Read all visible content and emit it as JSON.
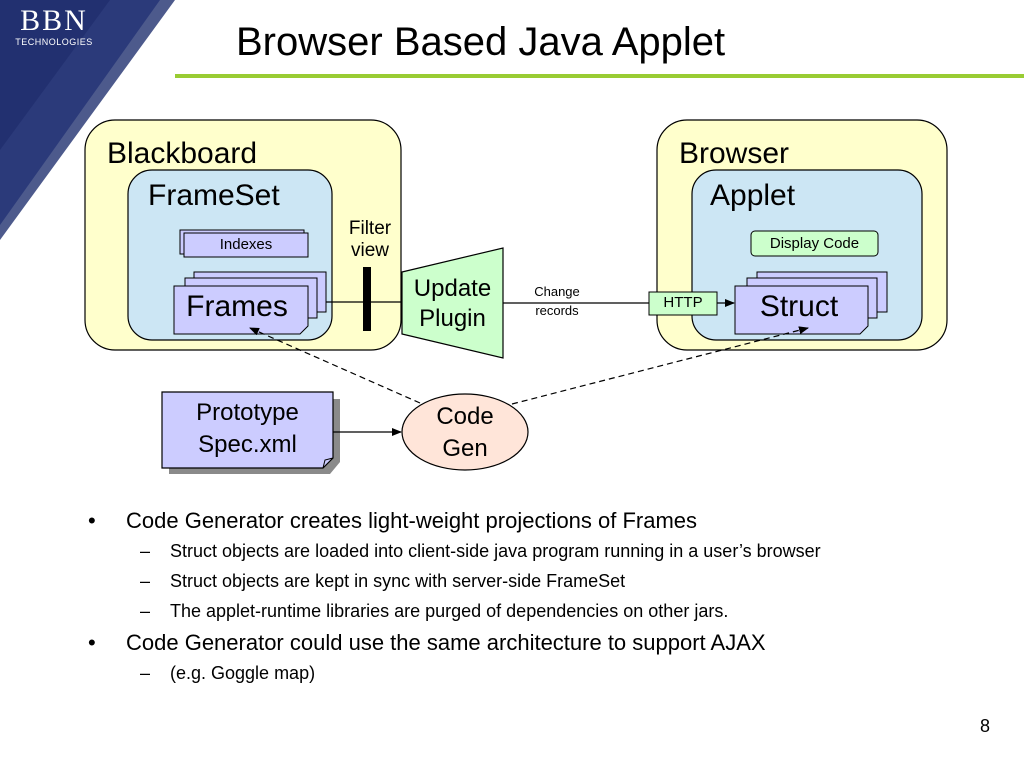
{
  "logo": {
    "main": "BBN",
    "sub": "TECHNOLOGIES"
  },
  "title": "Browser Based Java Applet",
  "diagram": {
    "blackboard": "Blackboard",
    "frameset": "FrameSet",
    "indexes": "Indexes",
    "frames": "Frames",
    "filter_view": [
      "Filter",
      "view"
    ],
    "update_plugin": [
      "Update",
      "Plugin"
    ],
    "change_records": [
      "Change",
      "records"
    ],
    "http": "HTTP",
    "browser": "Browser",
    "applet": "Applet",
    "display_code": "Display Code",
    "struct": "Struct",
    "prototype_spec": [
      "Prototype",
      "Spec.xml"
    ],
    "code_gen": [
      "Code",
      "Gen"
    ]
  },
  "bullets": [
    {
      "text": "Code Generator creates light-weight projections of Frames",
      "sub": [
        "Struct objects are loaded into client-side java program running in a user’s browser",
        "Struct objects are kept in sync with server-side FrameSet",
        "The applet-runtime libraries are purged of dependencies on other jars."
      ]
    },
    {
      "text": "Code Generator could use the same architecture to support AJAX",
      "sub": [
        "(e.g. Goggle map)"
      ]
    }
  ],
  "markers": {
    "bullet": "•",
    "dash": "–"
  },
  "page_number": "8",
  "colors": {
    "corner_navy": "#2b3a7a",
    "title_rule": "#99cc33",
    "outer_box": "#ffffcc",
    "inner_box": "#cce6f4",
    "lavender": "#ccccff",
    "mint": "#ccffcc",
    "peach": "#ffe5d9"
  }
}
